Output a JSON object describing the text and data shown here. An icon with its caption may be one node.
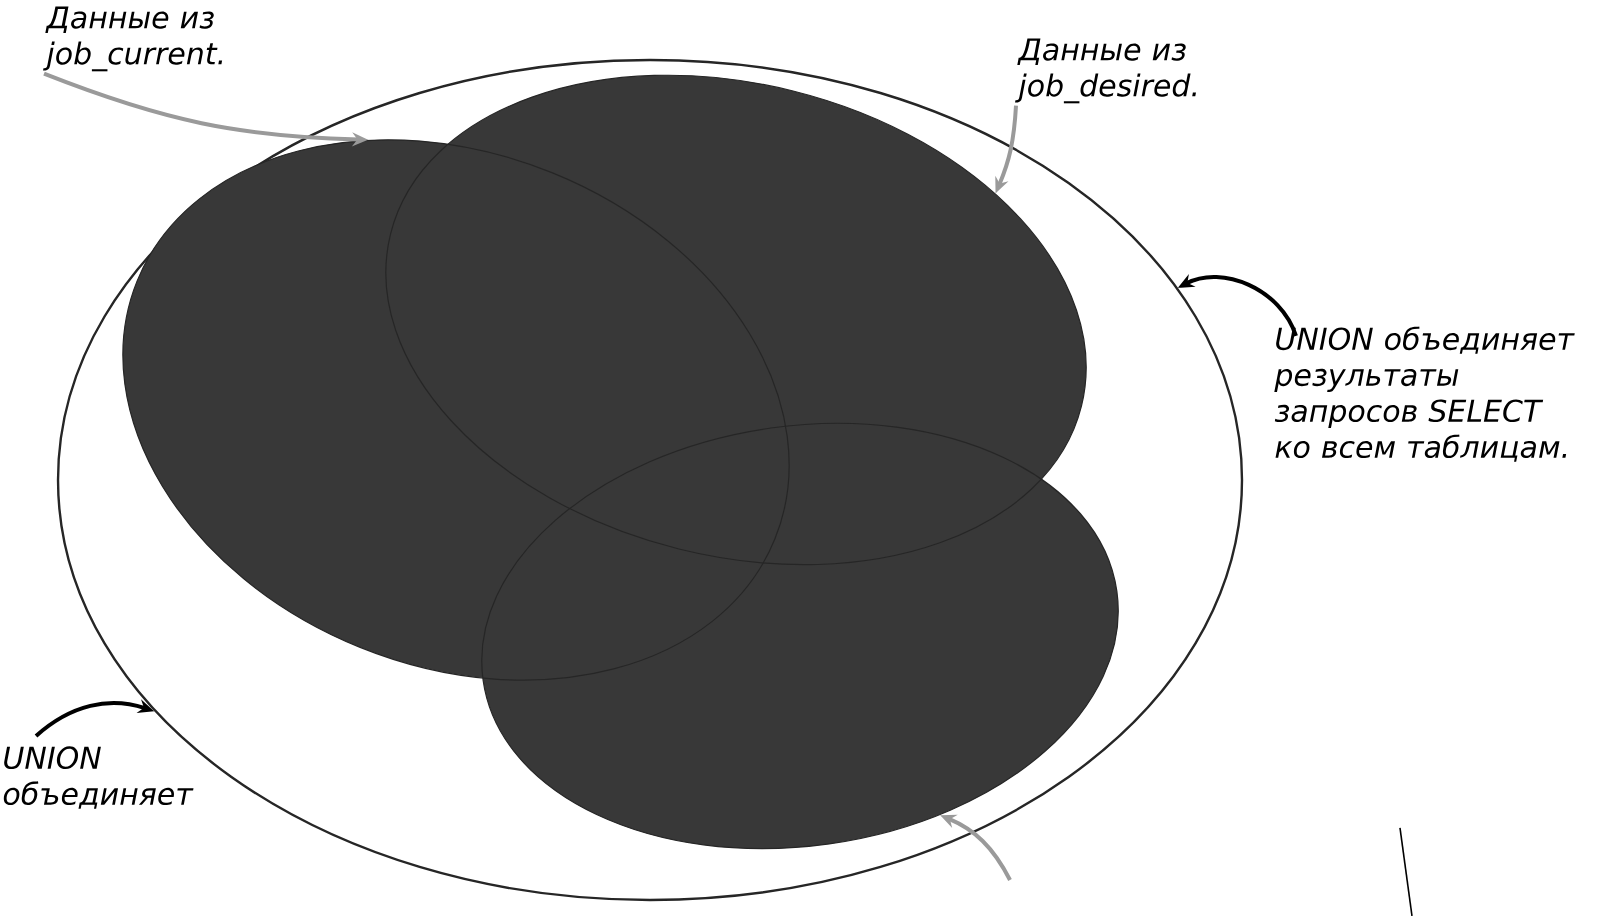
{
  "diagram": {
    "nodes": [
      {
        "text": [],
        "shape": "ellipse"
      },
      {
        "text": [],
        "shape": "ellipse",
        "in": 0
      },
      {
        "text": [],
        "shape": "ellipse",
        "in": 0
      },
      {
        "text": [],
        "shape": "ellipse",
        "in": 0
      },
      {
        "text": [
          "Данные из job_current."
        ]
      },
      {
        "text": [
          "Данные из job_desired."
        ]
      },
      {
        "text": [
          "UNION объединяет результаты запросов SELECT ко всем таблицам."
        ]
      },
      {
        "text": [
          "UNION объединяет"
        ]
      }
    ],
    "edges": [
      {
        "from": 4,
        "to": 1,
        "arrow": "to",
        "color": "#9a9a9a"
      },
      {
        "from": 5,
        "to": 2,
        "arrow": "to",
        "color": "#9a9a9a"
      },
      {
        "from": 6,
        "to": 0,
        "arrow": "to",
        "color": "#000000"
      },
      {
        "from": 7,
        "to": 0,
        "arrow": "to",
        "color": "#000000"
      },
      {
        "from": null,
        "to": 3,
        "arrow": "to",
        "color": "#9a9a9a"
      }
    ]
  }
}
